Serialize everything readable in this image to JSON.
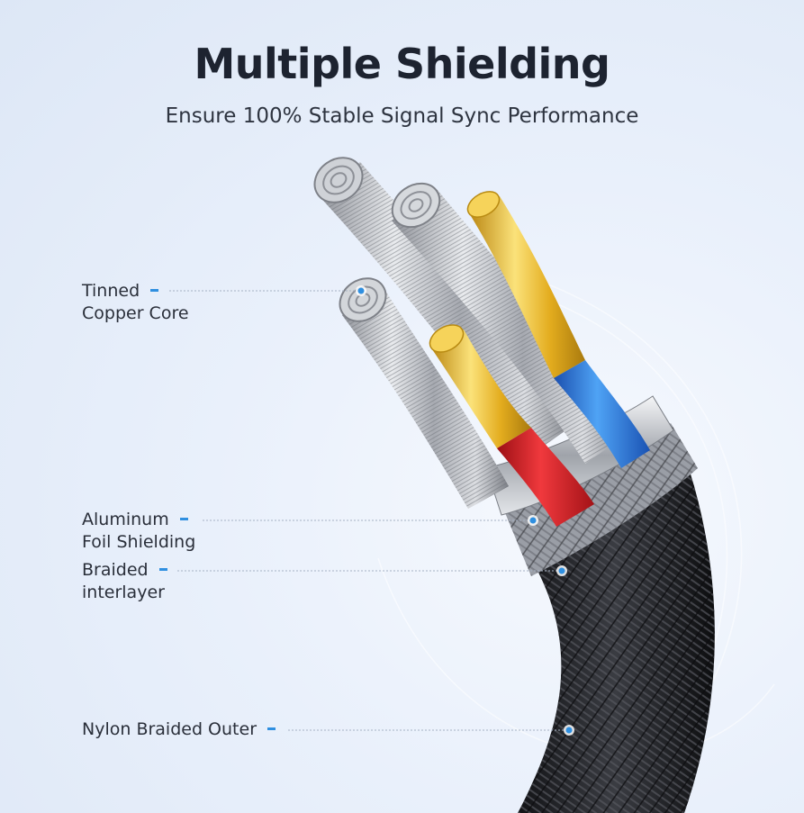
{
  "title": "Multiple Shielding",
  "subtitle": "Ensure 100% Stable Signal Sync Performance",
  "labels": [
    {
      "line1": "Tinned",
      "line2": "Copper Core"
    },
    {
      "line1": "Aluminum",
      "line2": "Foil Shielding"
    },
    {
      "line1": "Braided",
      "line2": "interlayer"
    },
    {
      "line1": "Nylon Braided Outer"
    }
  ],
  "colors": {
    "accent": "#2f8fe0",
    "wire_red": "#e3262b",
    "wire_blue": "#2e7fe0",
    "wire_gold": "#e9b826",
    "outer_jacket": "#26272b"
  }
}
